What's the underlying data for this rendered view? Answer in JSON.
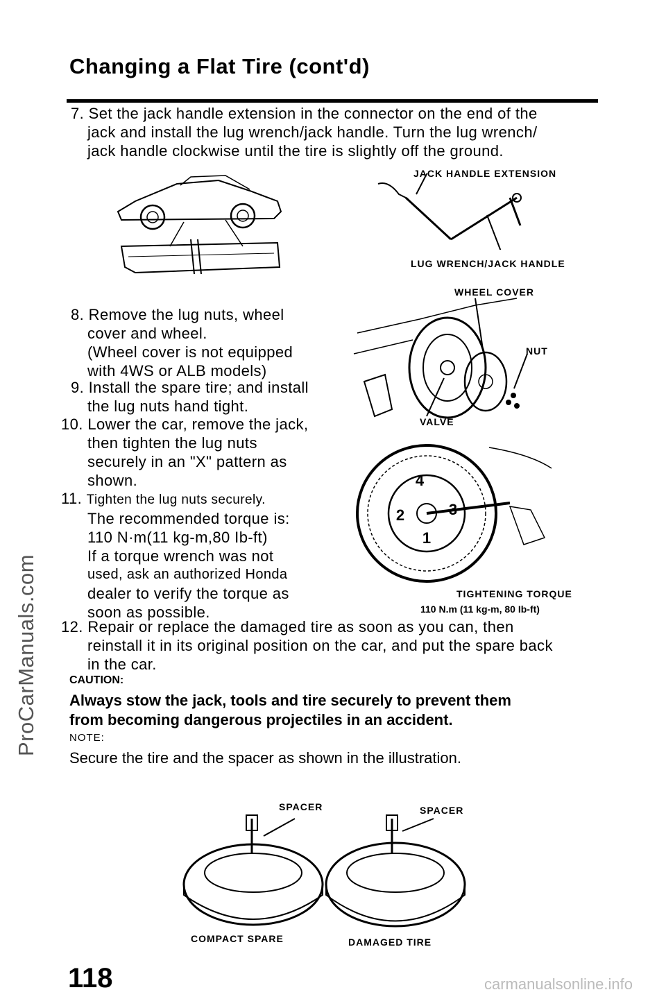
{
  "header": {
    "title": "Changing a Flat Tire (cont'd)"
  },
  "steps": {
    "s7": {
      "num": "7.",
      "lines": [
        "Set the jack handle extension in the connector on the end of the",
        "jack and install the lug wrench/jack handle. Turn the lug wrench/",
        "jack handle clockwise until the tire is slightly off the ground."
      ]
    },
    "s8": {
      "num": "8.",
      "lines": [
        "Remove the lug nuts, wheel",
        "cover and wheel.",
        "(Wheel cover is not equipped",
        "with 4WS or ALB models)"
      ]
    },
    "s9": {
      "num": "9.",
      "lines": [
        "Install the spare tire; and install",
        "the lug nuts hand tight."
      ]
    },
    "s10": {
      "num": "10.",
      "lines": [
        "Lower the car, remove the jack,",
        "then tighten the lug nuts",
        "securely in an \"X\" pattern as",
        "shown."
      ]
    },
    "s11": {
      "num": "11.",
      "lines": [
        "Tighten the lug nuts securely.",
        "The recommended torque is:",
        "110 N·m(11 kg-m,80 Ib-ft)",
        "If a torque wrench was not",
        "used, ask an authorized Honda",
        "dealer to verify the torque as",
        "soon as possible."
      ]
    },
    "s12": {
      "num": "12.",
      "lines": [
        "Repair or replace the damaged tire as soon as you can, then",
        "reinstall it in its original position on the car, and put the spare back",
        "in the car."
      ]
    }
  },
  "caution": {
    "label": "CAUTION:",
    "text_line1": "Always stow the jack, tools and tire securely to prevent them",
    "text_line2": "from becoming dangerous projectiles in an accident."
  },
  "note": {
    "label": "NOTE:",
    "text": "Secure the tire and the spacer as shown in the illustration."
  },
  "figure_labels": {
    "jack_handle_extension": "JACK HANDLE EXTENSION",
    "lug_wrench": "LUG WRENCH/JACK HANDLE",
    "wheel_cover": "WHEEL COVER",
    "nut": "NUT",
    "valve": "VALVE",
    "tightening_torque": "TIGHTENING TORQUE",
    "torque_value": "110 N.m (11 kg-m, 80 Ib-ft)",
    "spacer_left": "SPACER",
    "spacer_right": "SPACER",
    "compact_spare": "COMPACT SPARE",
    "damaged_tire": "DAMAGED TIRE",
    "nut_order": [
      "1",
      "2",
      "3",
      "4"
    ]
  },
  "footer": {
    "page_number": "118",
    "site": "carmanualsonline.info"
  },
  "watermark": "ProCarManuals.com"
}
